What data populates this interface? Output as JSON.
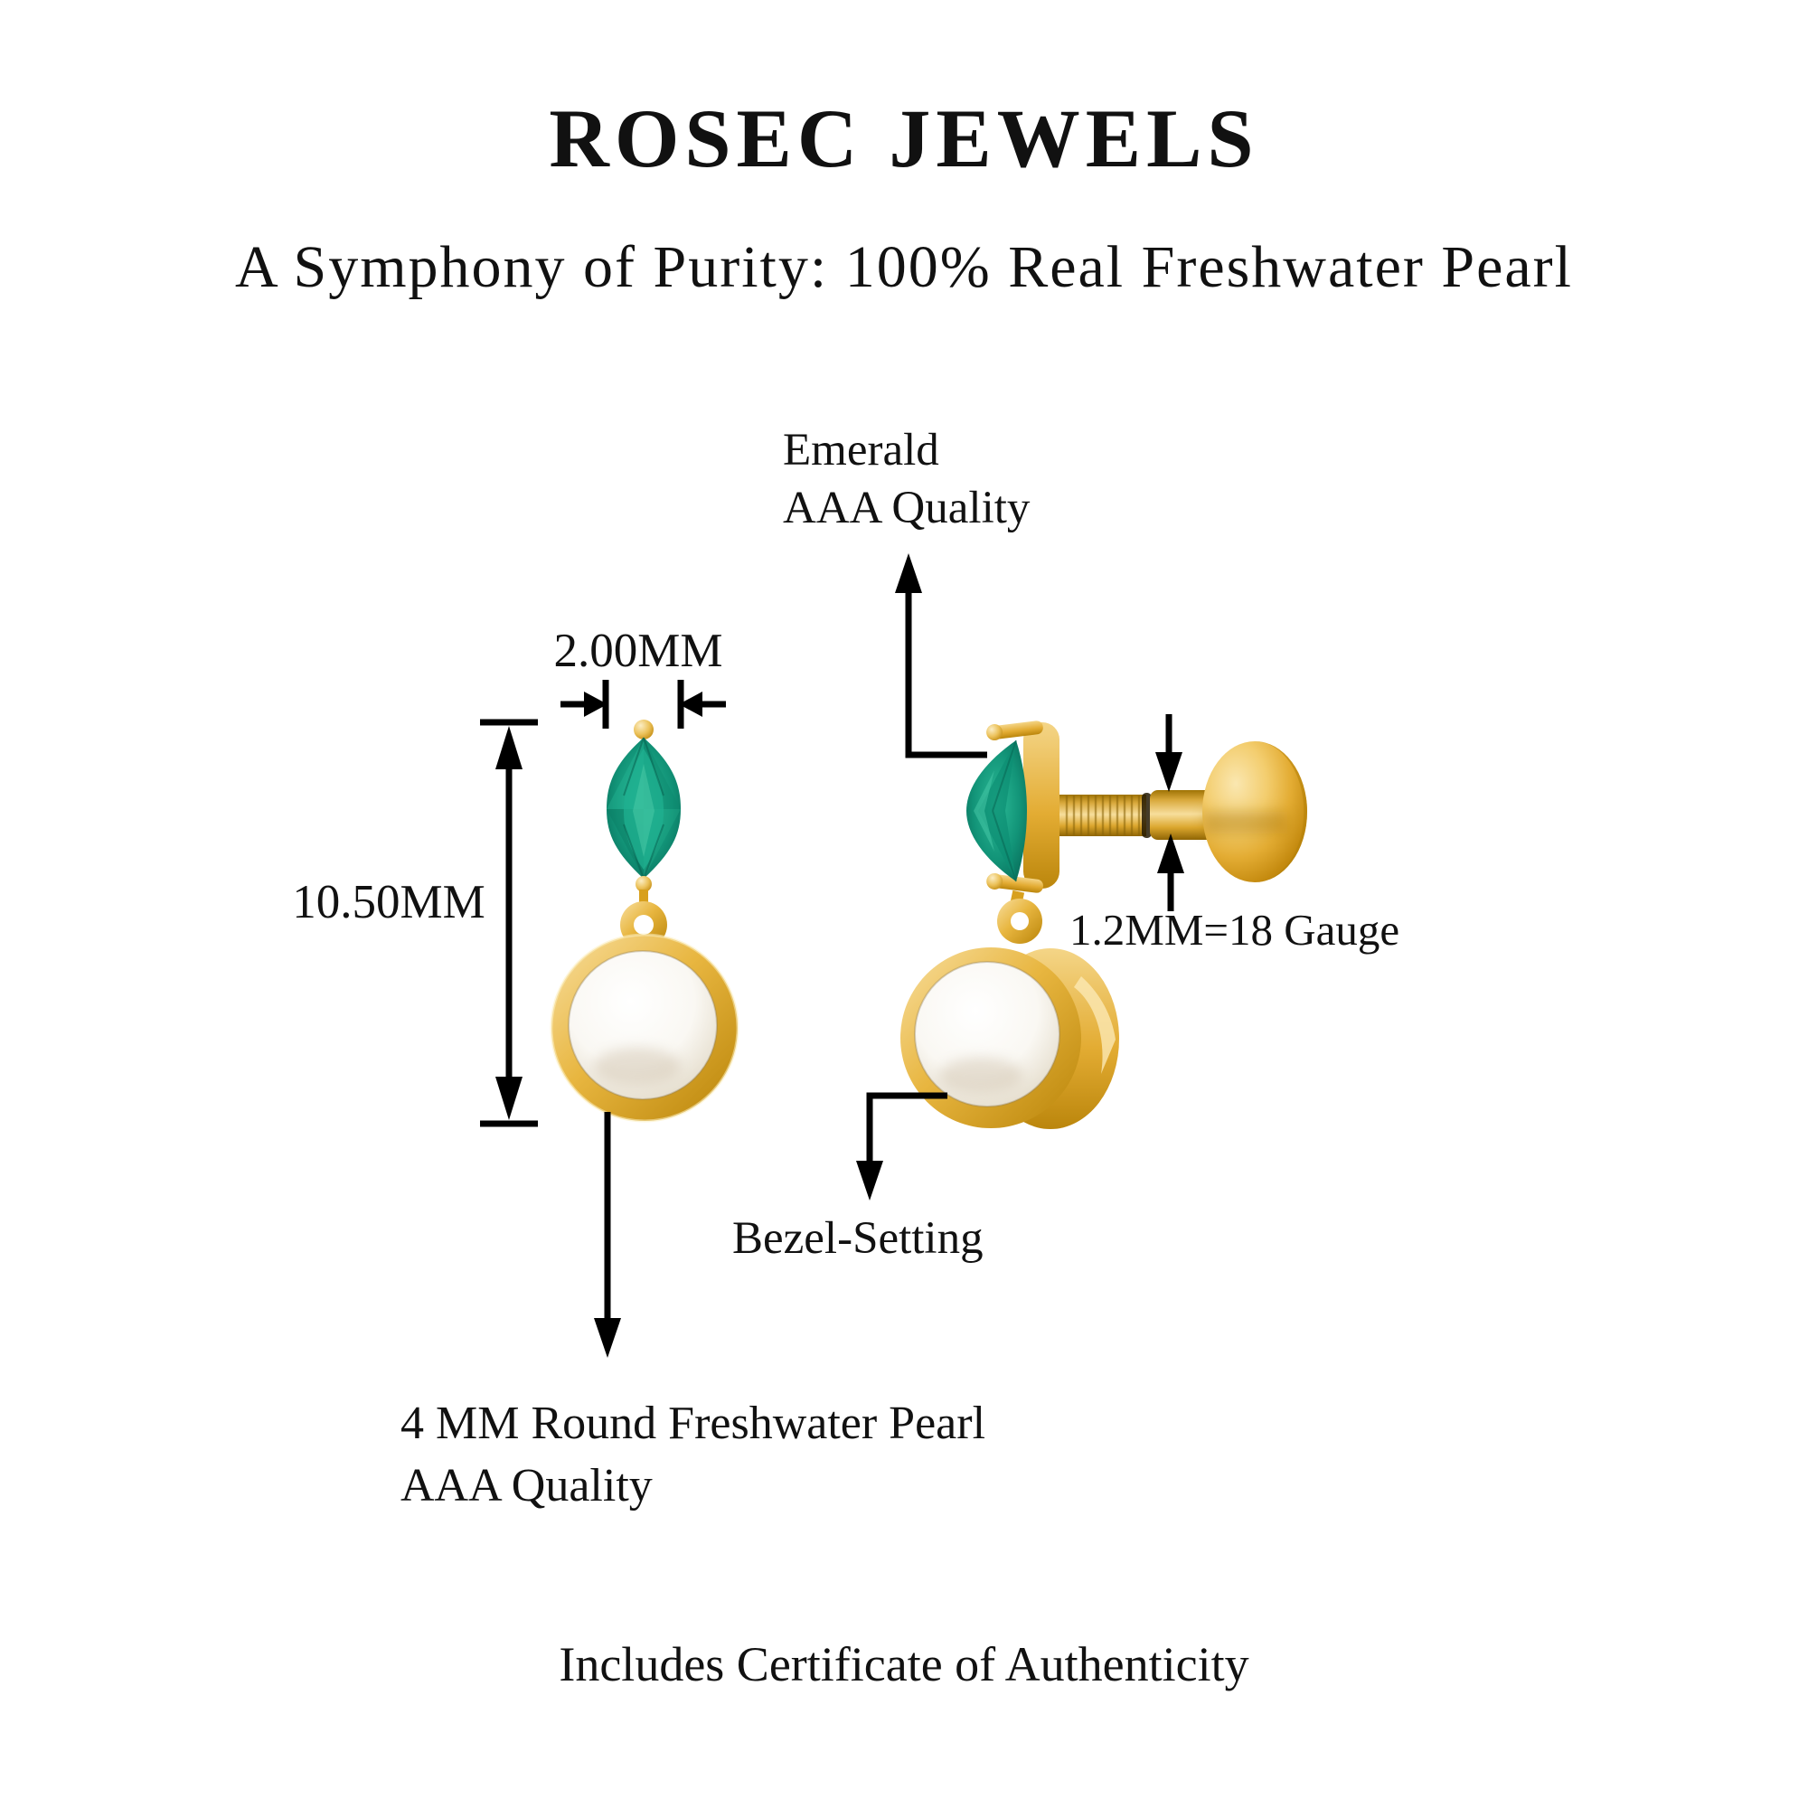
{
  "page": {
    "background": "#ffffff",
    "type": "jewelry product dimension infographic"
  },
  "header": {
    "brand": "ROSEC JEWELS",
    "tagline": "A Symphony of Purity: 100% Real Freshwater Pearl"
  },
  "annotations": {
    "emerald_label": {
      "line1": "Emerald",
      "line2": "AAA Quality"
    },
    "stone_width": "2.00MM",
    "drop_height": "10.50MM",
    "post_gauge": "1.2MM=18 Gauge",
    "setting": "Bezel-Setting",
    "pearl_label": {
      "line1": "4 MM Round Freshwater Pearl",
      "line2": "AAA Quality"
    }
  },
  "footer": {
    "note": "Includes Certificate of Authenticity"
  },
  "figures": {
    "left_view": "earring front view with marquise emerald over bezel-set pearl drop",
    "right_view": "earring side view with threaded labret post and flat disc back"
  },
  "colors": {
    "line": "#000000",
    "text": "#111111",
    "gold": "#e2ab31",
    "gold_light": "#f9e7b0",
    "gold_dark": "#aa7a06",
    "emerald": "#109178",
    "emerald_light": "#46c9a9",
    "emerald_dark": "#086a56",
    "pearl": "#f7f5f0",
    "pearl_shadow": "#cdbfa9"
  }
}
